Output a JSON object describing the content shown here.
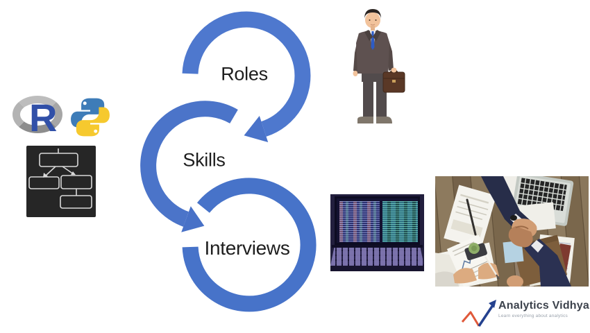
{
  "slide": {
    "background": "#ffffff",
    "cycle": {
      "arrow_color": "#4b74c9",
      "label_color": "#1e1e1e",
      "steps": [
        {
          "id": "roles",
          "label": "Roles"
        },
        {
          "id": "skills",
          "label": "Skills"
        },
        {
          "id": "interviews",
          "label": "Interviews"
        }
      ]
    },
    "tools": {
      "r_logo_letter": "R",
      "r_logo_blue": "#3150a8",
      "r_logo_ring_gray": "#a6a6a6",
      "python_blue": "#3e7cb8",
      "python_yellow": "#f6c92e"
    },
    "images": {
      "flowchart": "dark-flowchart-image",
      "businessman": "businessman-with-briefcase-illustration",
      "laptop": "laptop-with-code-photo",
      "handshake": "business-handshake-desk-photo"
    },
    "branding": {
      "name": "Analytics Vidhya",
      "tagline": "Learn everything about analytics",
      "mark_orange": "#e0593a",
      "mark_blue": "#24418f",
      "name_color": "#3c424c",
      "tagline_color": "#9aa2ac"
    }
  }
}
